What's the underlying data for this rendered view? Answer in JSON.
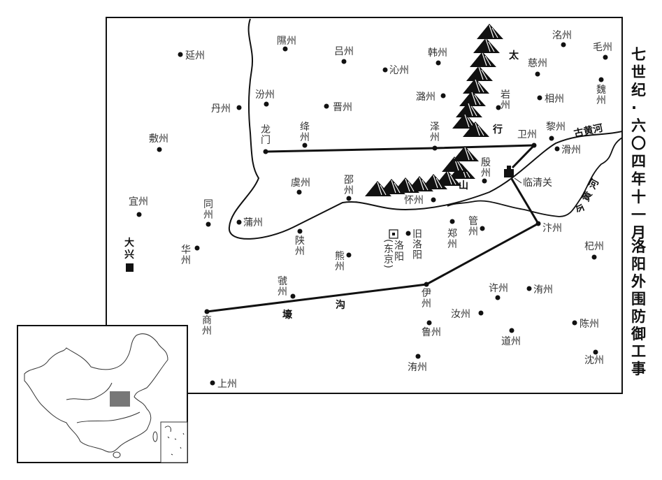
{
  "title": {
    "line1": "七世纪·六〇四年十一月",
    "line2": "洛阳外围防御工事"
  },
  "places": [
    "延州",
    "隰州",
    "吕州",
    "沁州",
    "韩州",
    "洺州",
    "毛州",
    "慈州",
    "魏州",
    "岩州",
    "相州",
    "潞州",
    "汾州",
    "丹州",
    "晋州",
    "龙门",
    "绛州",
    "泽州",
    "卫州",
    "黎州",
    "滑州",
    "殷州",
    "敷州",
    "虞州",
    "邵州",
    "怀州",
    "宜州",
    "同州",
    "蒲州",
    "陕州",
    "郑州",
    "管州",
    "汴州",
    "华州",
    "熊州",
    "旧洛阳",
    "杞州",
    "虢州",
    "伊州",
    "许州",
    "洧州",
    "汝州",
    "陈州",
    "鲁州",
    "道州",
    "沈州",
    "商州",
    "洧州",
    "上州"
  ],
  "capitals": {
    "daxing": "大兴",
    "luoyang": "洛阳",
    "dongjing": "(东京)"
  },
  "fortress": "临清关",
  "features": {
    "tai": "太",
    "hang": "行",
    "shan": "山",
    "old_river": "古黄河",
    "new_river": "今黄河",
    "trench1": "壕",
    "trench2": "沟"
  },
  "inset": {
    "highlight_color": "#777777"
  }
}
